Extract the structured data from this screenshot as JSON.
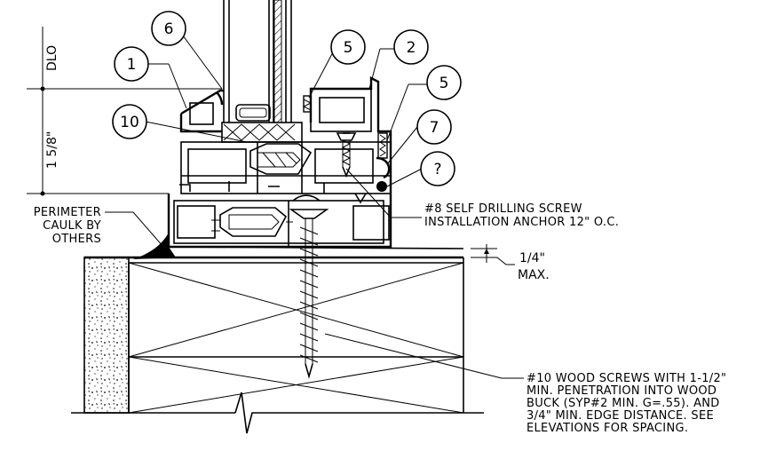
{
  "callouts": {
    "c1": "1",
    "c2": "2",
    "c5a": "5",
    "c5b": "5",
    "c6": "6",
    "c7": "7",
    "c10": "10",
    "cq": "?"
  },
  "dimensions": {
    "dlo": "DLO",
    "height": "1 5/8\"",
    "gap_value": "1/4\"",
    "gap_max": "MAX."
  },
  "notes": {
    "caulk": [
      "PERIMETER",
      "CAULK BY",
      "OTHERS"
    ],
    "anchor": [
      "#8 SELF DRILLING SCREW",
      "INSTALLATION ANCHOR 12\" O.C."
    ],
    "wood_screw": [
      "#10 WOOD SCREWS WITH 1-1/2\"",
      "MIN. PENETRATION INTO WOOD",
      "BUCK (SYP#2 MIN. G=.55). AND",
      "3/4\" MIN. EDGE DISTANCE. SEE",
      "ELEVATIONS FOR SPACING."
    ]
  }
}
